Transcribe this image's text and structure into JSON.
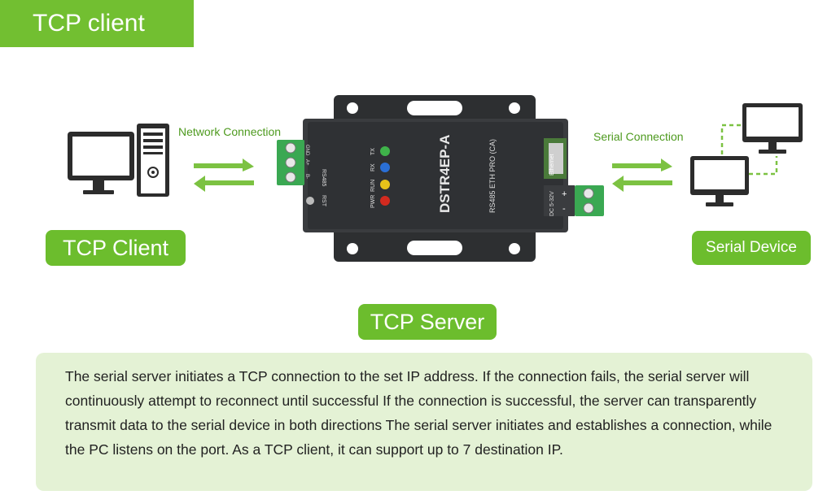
{
  "title": "TCP client",
  "labels": {
    "network_connection": "Network Connection",
    "serial_connection": "Serial Connection",
    "tcp_client": "TCP Client",
    "serial_device": "Serial Device",
    "tcp_server": "TCP Server"
  },
  "device": {
    "model": "DSTR4EP-A",
    "subtitle": "RS485 ETH PRO (CA)",
    "port_rs485": "RS485",
    "port_ethernet": "Ethernet",
    "port_rst": "RST",
    "power_label": "DC 5-32V",
    "terminal_left": [
      "GND",
      "A+",
      "B-"
    ],
    "terminal_right": [
      "+",
      "-"
    ],
    "leds": [
      {
        "label": "TX",
        "color": "#3fb34a"
      },
      {
        "label": "RX",
        "color": "#2a6fd6"
      },
      {
        "label": "RUN",
        "color": "#e6c21a"
      },
      {
        "label": "PWR",
        "color": "#d22a1f"
      }
    ]
  },
  "description": "The serial server initiates a TCP connection to the set IP address. If the connection fails, the serial server will continuously attempt to reconnect until successful If the connection is successful, the server can transparently transmit data to the serial device in both directions The serial server initiates and establishes a connection, while the PC listens on the port. As a TCP client, it can support up to 7 destination IP."
}
